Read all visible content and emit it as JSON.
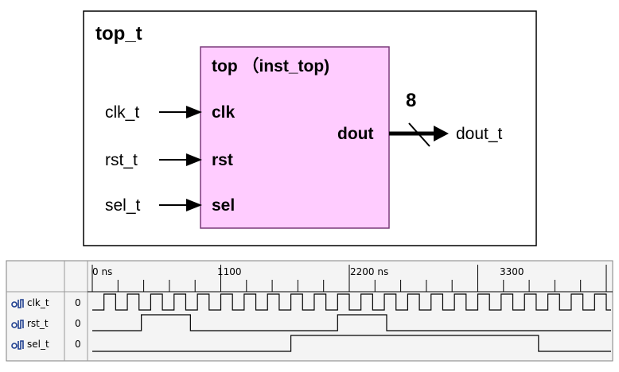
{
  "diagram": {
    "outer_title": "top_t",
    "module_title": "top （inst_top)",
    "colors": {
      "module_fill": "#ffccff",
      "module_stroke": "#7a3a7a",
      "wave_bg": "#f4f4f4",
      "wave_border": "#808080"
    },
    "ports": {
      "inputs": [
        {
          "signal": "clk_t",
          "port": "clk"
        },
        {
          "signal": "rst_t",
          "port": "rst"
        },
        {
          "signal": "sel_t",
          "port": "sel"
        }
      ],
      "output": {
        "port": "dout",
        "signal": "dout_t",
        "width": "8"
      }
    }
  },
  "waveform": {
    "time_labels": [
      "0 ns",
      "1100",
      "2200 ns",
      "3300"
    ],
    "signals": [
      {
        "name": "clk_t",
        "value": "0",
        "type": "clock",
        "period_ns": 200,
        "transitions_ns": []
      },
      {
        "name": "rst_t",
        "value": "0",
        "type": "pulse",
        "transitions_ns": [
          420,
          840,
          2100,
          2520
        ]
      },
      {
        "name": "sel_t",
        "value": "0",
        "type": "pulse",
        "transitions_ns": [
          1700,
          3820
        ]
      }
    ]
  }
}
